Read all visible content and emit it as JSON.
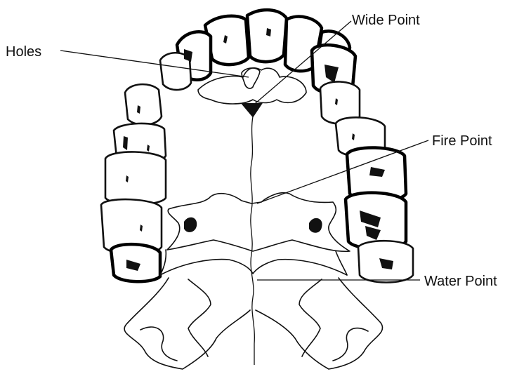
{
  "diagram": {
    "labels": {
      "holes": "Holes",
      "wide_point": "Wide Point",
      "fire_point": "Fire Point",
      "water_point": "Water Point"
    },
    "colors": {
      "ink": "#111111",
      "background": "#ffffff"
    }
  }
}
